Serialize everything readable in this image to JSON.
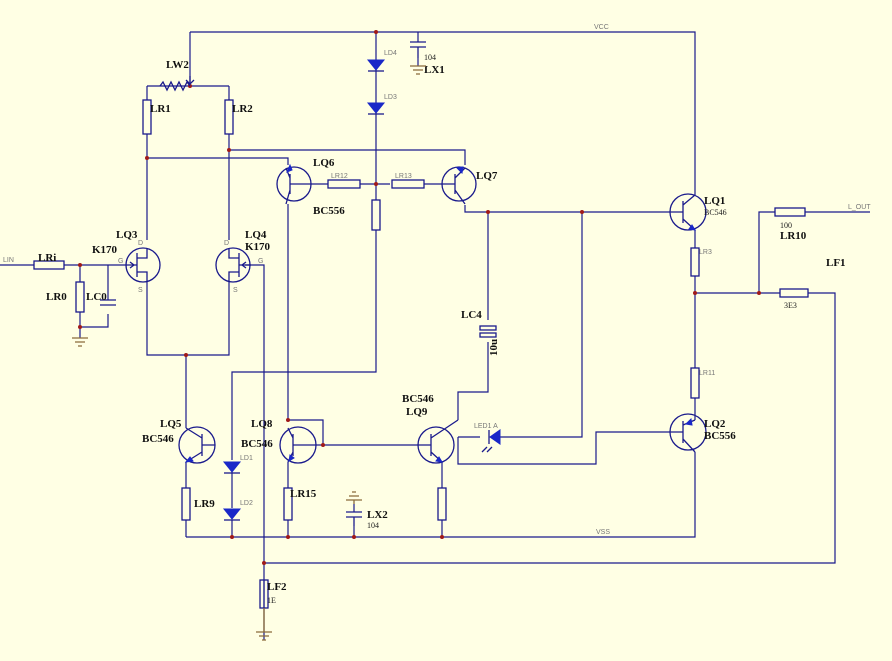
{
  "nets": {
    "vcc": "VCC",
    "vss": "VSS",
    "in": "LIN",
    "out": "L_OUT"
  },
  "transistors": {
    "lq1": {
      "ref": "LQ1",
      "type": "BC546"
    },
    "lq2": {
      "ref": "LQ2",
      "type": "BC556"
    },
    "lq3": {
      "ref": "LQ3",
      "type": "K170"
    },
    "lq4": {
      "ref": "LQ4",
      "type": "K170"
    },
    "lq5": {
      "ref": "LQ5",
      "type": "BC546"
    },
    "lq6": {
      "ref": "LQ6",
      "type": "BC556"
    },
    "lq7": {
      "ref": "LQ7"
    },
    "lq8": {
      "ref": "LQ8",
      "type": "BC546"
    },
    "lq9": {
      "ref": "LQ9",
      "type": "BC546"
    }
  },
  "jfet_pins": {
    "d": "D",
    "g": "G",
    "s": "S"
  },
  "resistors": {
    "lri": "LRi",
    "lr0": "LR0",
    "lr1": "LR1",
    "lr2": "LR2",
    "lw2": "LW2",
    "lr3": "LR3",
    "lr9": "LR9",
    "lr10": "LR10",
    "lr10_value": "100",
    "lr11": "LR11",
    "lr12": "LR12",
    "lr13": "LR13",
    "lr15": "LR15",
    "lf1": "LF1",
    "lf1_value": "3E3",
    "lf2": "LF2",
    "lf2_value": "1E"
  },
  "capacitors": {
    "lc0": "LC0",
    "lc4": "LC4",
    "lc4_value": "10u",
    "lx1": "LX1",
    "lx1_value": "104",
    "lx2": "LX2",
    "lx2_value": "104"
  },
  "diodes": {
    "ld1": "LD1",
    "ld2": "LD2",
    "ld3": "LD3",
    "ld4": "LD4",
    "led1": "LED1 A"
  }
}
